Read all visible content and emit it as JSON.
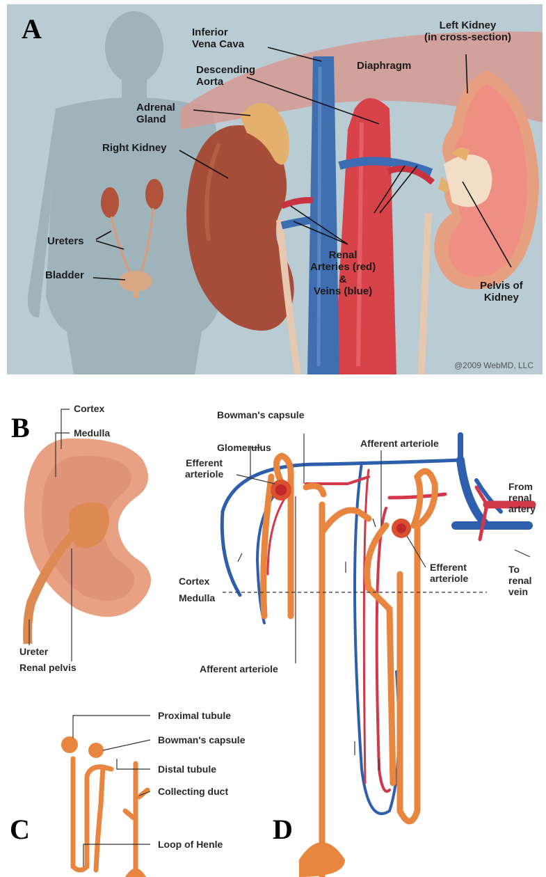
{
  "panel_a": {
    "letter": "A",
    "labels": {
      "inferior_vena_cava": "Inferior\nVena Cava",
      "left_kidney": "Left Kidney\n(in cross-section)",
      "descending_aorta": "Descending\nAorta",
      "diaphragm": "Diaphragm",
      "adrenal_gland": "Adrenal\nGland",
      "right_kidney": "Right Kidney",
      "ureters": "Ureters",
      "bladder": "Bladder",
      "renal_arteries_veins": "Renal\nArteries (red)\n&\nVeins (blue)",
      "pelvis_of_kidney": "Pelvis of\nKidney"
    },
    "copyright": "@2009 WebMD, LLC"
  },
  "panel_b": {
    "letter": "B",
    "labels": {
      "cortex": "Cortex",
      "medulla": "Medulla",
      "ureter": "Ureter",
      "renal_pelvis": "Renal pelvis"
    }
  },
  "panel_c": {
    "letter": "C",
    "labels": {
      "proximal_tubule": "Proximal tubule",
      "bowmans_capsule": "Bowman's capsule",
      "distal_tubule": "Distal tubule",
      "collecting_duct": "Collecting duct",
      "loop_of_henle": "Loop of Henle"
    }
  },
  "panel_d": {
    "letter": "D",
    "labels": {
      "bowmans_capsule": "Bowman's capsule",
      "glomerulus": "Glomerulus",
      "efferent_arteriole_left": "Efferent\narteriole",
      "afferent_arteriole_top": "Afferent arteriole",
      "from_renal_artery": "From\nrenal\nartery",
      "efferent_arteriole_right": "Efferent\narteriole",
      "to_renal_vein": "To\nrenal\nvein",
      "cortex": "Cortex",
      "medulla": "Medulla",
      "afferent_arteriole_bottom": "Afferent arteriole"
    }
  },
  "colors": {
    "panel_a_background": "#b9ccd3",
    "vein_blue": "#2e5fae",
    "artery_red": "#d2374a",
    "kidney_brown": "#a54d38",
    "nephron_orange": "#e8853f",
    "kidney_pink": "#e6a07f"
  }
}
